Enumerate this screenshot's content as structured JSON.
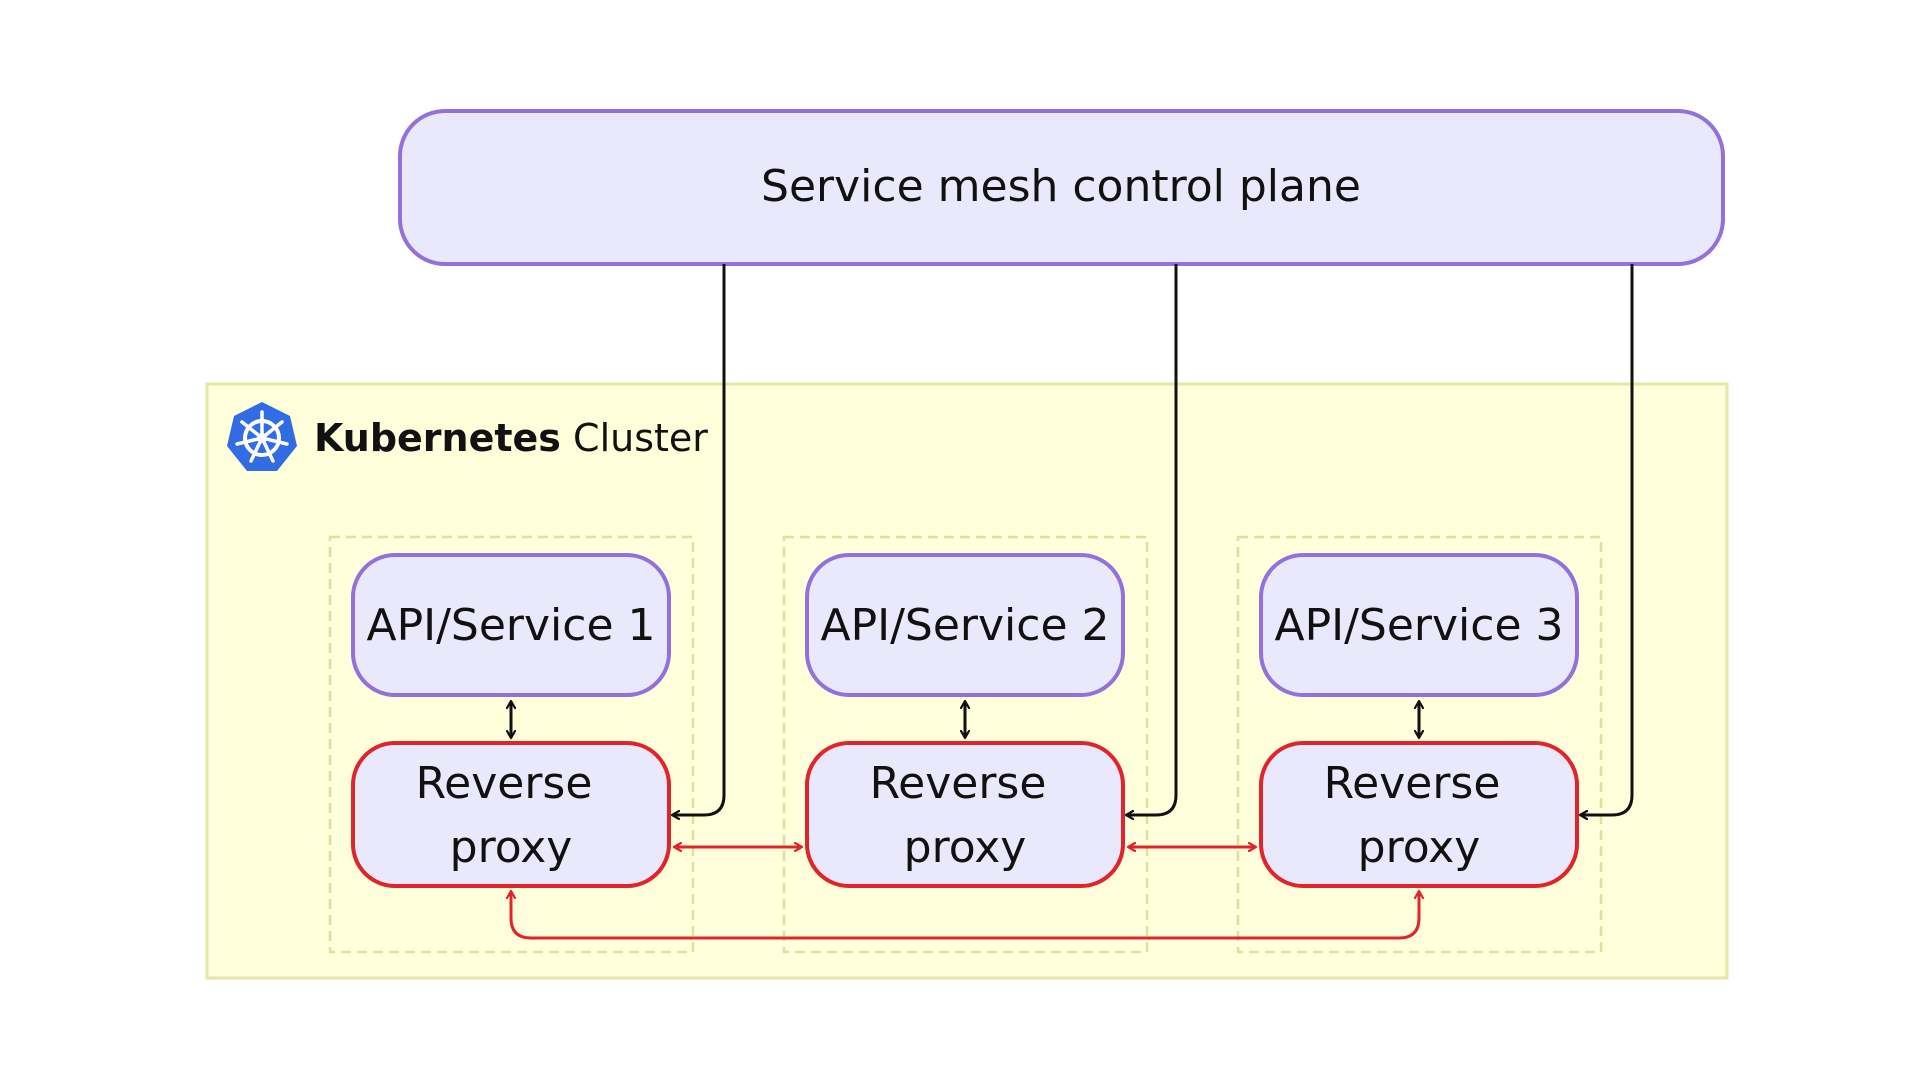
{
  "control_plane": {
    "label": "Service mesh control plane"
  },
  "cluster": {
    "title_bold": "Kubernetes",
    "title_regular": "Cluster",
    "logo_icon": "kubernetes-icon"
  },
  "services": [
    {
      "label": "API/Service 1",
      "proxy_line1": "Reverse",
      "proxy_line2": "proxy"
    },
    {
      "label": "API/Service 2",
      "proxy_line1": "Reverse",
      "proxy_line2": "proxy"
    },
    {
      "label": "API/Service 3",
      "proxy_line1": "Reverse",
      "proxy_line2": "proxy"
    }
  ],
  "colors": {
    "node_fill": "#e9e9fb",
    "service_border": "#9370db",
    "proxy_border": "#e0242c",
    "cluster_fill": "#ffffdb",
    "cluster_border": "#e6e6a5",
    "pod_border": "#dfe0a0",
    "control_arrow": "#111111",
    "mesh_arrow": "#e0242c",
    "kubernetes_blue": "#326ce5"
  }
}
